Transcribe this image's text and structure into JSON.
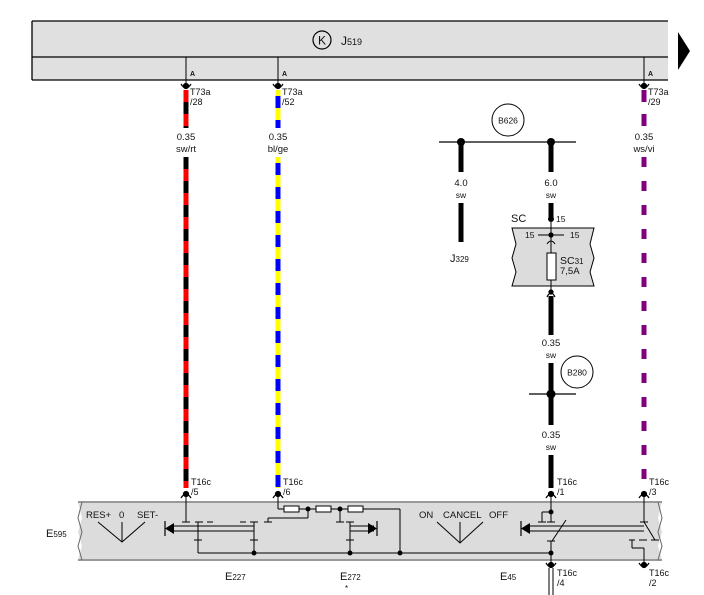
{
  "control_unit": {
    "id": "J",
    "sub": "519",
    "symbol": "K",
    "next_page_arrow": "next-page"
  },
  "connectors_top": [
    {
      "letter": "A",
      "conn": "T73a",
      "pin": "/28"
    },
    {
      "letter": "A",
      "conn": "T73a",
      "pin": "/52"
    },
    {
      "letter": "A",
      "conn": "T73a",
      "pin": "/29"
    }
  ],
  "wires": [
    {
      "size": "0.35",
      "color_code": "sw/rt",
      "colors": [
        "#000000",
        "#ff0000"
      ]
    },
    {
      "size": "0.35",
      "color_code": "bl/ge",
      "colors": [
        "#0000ff",
        "#ffff00"
      ]
    },
    {
      "size": "0.35",
      "color_code": "ws/vi",
      "colors": [
        "#ffffff",
        "#800080"
      ]
    },
    {
      "size": "4.0",
      "color_code": "sw",
      "colors": [
        "#000000"
      ]
    },
    {
      "size": "6.0",
      "color_code": "sw",
      "colors": [
        "#000000"
      ]
    },
    {
      "size": "0.35",
      "color_code": "sw",
      "colors": [
        "#000000"
      ]
    },
    {
      "size": "0.35",
      "color_code": "sw",
      "colors": [
        "#000000"
      ]
    }
  ],
  "splices": {
    "b626": "B626",
    "b280": "B280"
  },
  "j329": {
    "id": "J",
    "sub": "329"
  },
  "fuse_box": {
    "label": "SC",
    "terminal_in": "15",
    "terminal_left": "15",
    "terminal_right": "15",
    "fuse_id": "SC",
    "fuse_sub": "31",
    "fuse_rating": "7,5A"
  },
  "connectors_bottom": [
    {
      "conn": "T16c",
      "pin": "/5"
    },
    {
      "conn": "T16c",
      "pin": "/6"
    },
    {
      "conn": "T16c",
      "pin": "/1"
    },
    {
      "conn": "T16c",
      "pin": "/3"
    },
    {
      "conn": "T16c",
      "pin": "/4"
    },
    {
      "conn": "T16c",
      "pin": "/2"
    }
  ],
  "switch_module": {
    "id": "E",
    "sub": "595",
    "left_positions": [
      "RES+",
      "0",
      "SET-"
    ],
    "right_positions": [
      "ON",
      "CANCEL",
      "OFF"
    ]
  },
  "components": [
    {
      "id": "E",
      "sub": "227",
      "note": ""
    },
    {
      "id": "E",
      "sub": "272",
      "note": "*"
    },
    {
      "id": "E",
      "sub": "45",
      "note": ""
    }
  ]
}
